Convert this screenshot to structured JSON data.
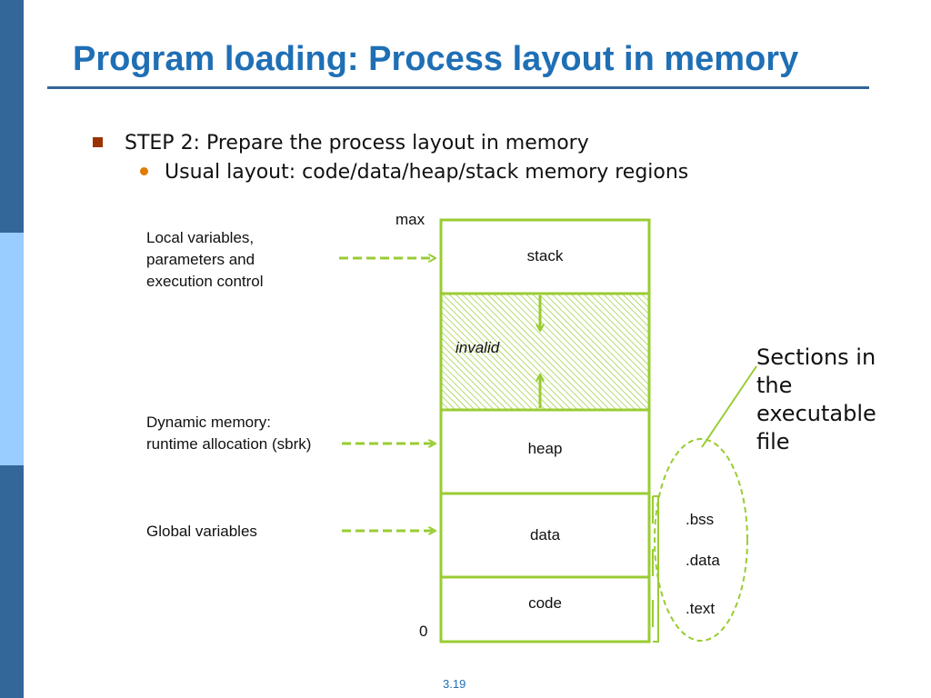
{
  "slide": {
    "title": "Program loading: Process layout in memory",
    "bullets": [
      "STEP 2: Prepare the process layout in memory",
      "Usual layout: code/data/heap/stack memory regions"
    ],
    "page_number": "3.19"
  },
  "diagram": {
    "address_max": "max",
    "address_min": "0",
    "regions": [
      "stack",
      "invalid",
      "heap",
      "data",
      "code"
    ],
    "left_annotations": [
      "Local variables,\nparameters and\nexecution control",
      "Dynamic memory:\nruntime allocation (sbrk)",
      "Global variables"
    ],
    "sections": [
      ".bss",
      ".data",
      ".text"
    ],
    "sections_caption": "Sections in the executable file"
  },
  "colors": {
    "accent_green": "#99cc33",
    "title_blue": "#1f6fb5",
    "sidebar_dark": "#336699",
    "sidebar_light": "#99ccff"
  }
}
